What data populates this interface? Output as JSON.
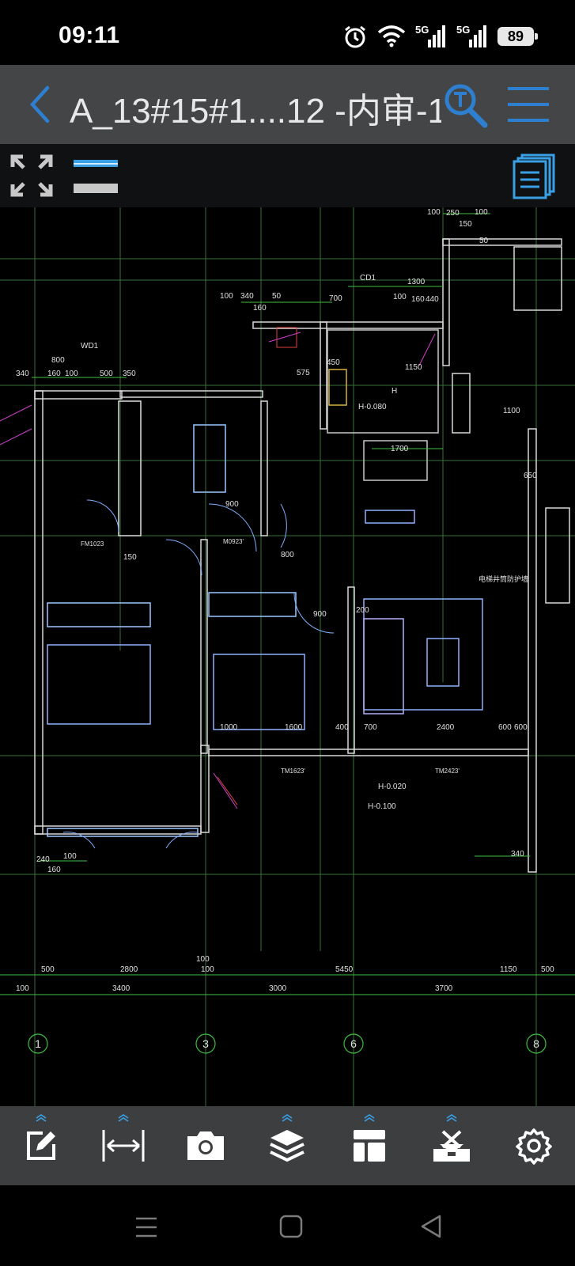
{
  "status": {
    "time": "09:11",
    "network1": "5G",
    "network2": "5G",
    "battery": "89"
  },
  "header": {
    "title": "A_13#15#1....12 -内审-1",
    "back_icon": "chevron-left-icon",
    "search_icon": "text-search-icon",
    "menu_icon": "hamburger-menu-icon",
    "accent": "#2f7fd0"
  },
  "drawing": {
    "axis_labels": [
      "1",
      "3",
      "6",
      "8"
    ],
    "dim_top": [
      "800",
      "340",
      "160",
      "100",
      "500",
      "350",
      "100",
      "340",
      "160",
      "50",
      "700",
      "100",
      "1300",
      "160",
      "440",
      "100",
      "250",
      "150",
      "100",
      "50"
    ],
    "dim_bottom": [
      "500",
      "2800",
      "100",
      "5450",
      "1150",
      "500",
      "3400",
      "3000",
      "3700",
      "100",
      "100"
    ],
    "labels": [
      "WD1",
      "CD1",
      "H",
      "H-0.080",
      "H-0.020",
      "H-0.100",
      "1700",
      "1150",
      "450",
      "575",
      "900",
      "800",
      "600",
      "650",
      "1100",
      "150",
      "900",
      "200",
      "1000",
      "1600",
      "400",
      "700",
      "2400",
      "600",
      "240",
      "160",
      "100",
      "340",
      "TM1623'",
      "TM2423'",
      "M0923'",
      "FM1023",
      "电梯井筒防护墙"
    ]
  },
  "toolbar": {
    "items": [
      {
        "name": "markup-tool",
        "icon": "pencil-edit-icon",
        "has_expand": true
      },
      {
        "name": "measure-tool",
        "icon": "measure-arrows-icon",
        "has_expand": true
      },
      {
        "name": "camera-tool",
        "icon": "camera-icon",
        "has_expand": false
      },
      {
        "name": "layers-tool",
        "icon": "layers-icon",
        "has_expand": true
      },
      {
        "name": "layout-tool",
        "icon": "layout-panels-icon",
        "has_expand": true
      },
      {
        "name": "tools-tool",
        "icon": "toolbox-icon",
        "has_expand": true
      },
      {
        "name": "settings-tool",
        "icon": "gear-icon",
        "has_expand": false
      }
    ]
  }
}
